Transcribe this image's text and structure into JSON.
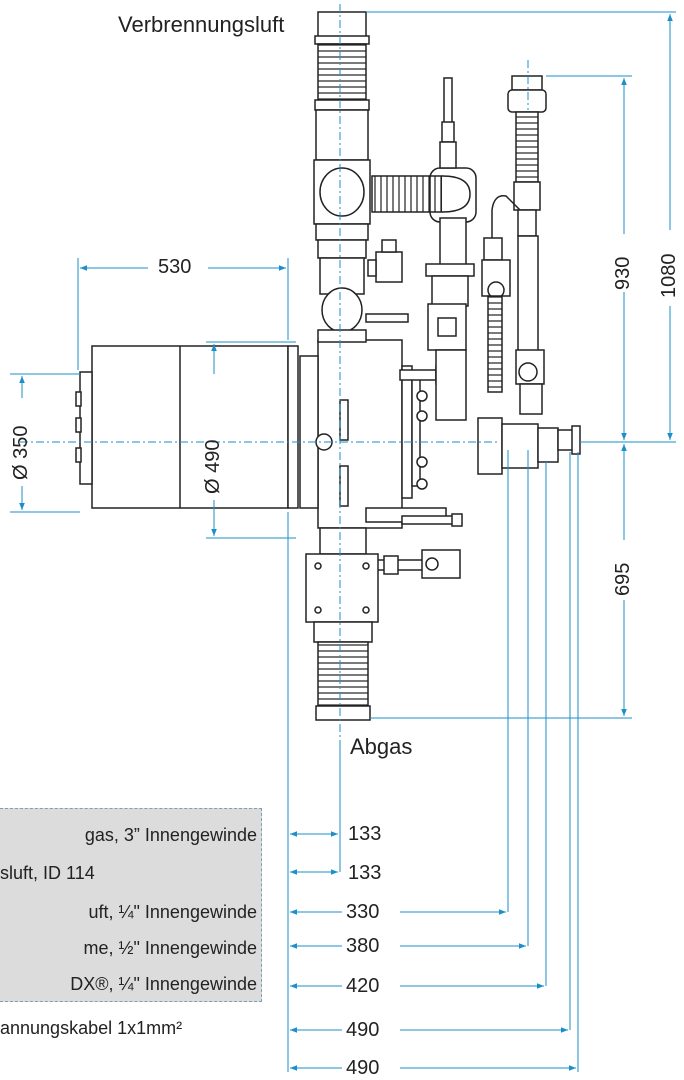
{
  "labels": {
    "top": "Verbrennungsluft",
    "bottom": "Abgas"
  },
  "dimensions": {
    "d530": "530",
    "d930": "930",
    "d1080": "1080",
    "d695": "695",
    "d350": "Ø 350",
    "d490": "Ø 490"
  },
  "bottom_dimensions": [
    "133",
    "133",
    "330",
    "380",
    "420",
    "490",
    "490"
  ],
  "legend": [
    "gas,  3” Innengewinde",
    "sluft,  ID 114",
    "uft, ¼\" Innengewinde",
    "me, ½\" Innengewinde",
    "DX®, ¼\" Innengewinde",
    "annungskabel 1x1mm²"
  ],
  "colors": {
    "dim_line": "#1a8fc9",
    "outline": "#222222",
    "legend_bg": "#dcdcdc",
    "centerline": "#1a8fc9"
  }
}
